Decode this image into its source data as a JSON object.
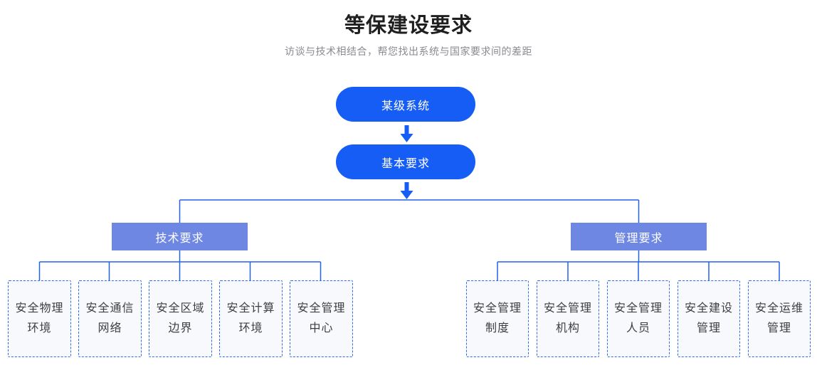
{
  "header": {
    "title": "等保建设要求",
    "subtitle": "访谈与技术相结合，帮您找出系统与国家要求间的差距"
  },
  "flow": {
    "root_label": "某级系统",
    "base_label": "基本要求"
  },
  "branches": [
    {
      "label": "技术要求",
      "children": [
        [
          "安全物理",
          "环境"
        ],
        [
          "安全通信",
          "网络"
        ],
        [
          "安全区域",
          "边界"
        ],
        [
          "安全计算",
          "环境"
        ],
        [
          "安全管理",
          "中心"
        ]
      ]
    },
    {
      "label": "管理要求",
      "children": [
        [
          "安全管理",
          "制度"
        ],
        [
          "安全管理",
          "机构"
        ],
        [
          "安全管理",
          "人员"
        ],
        [
          "安全建设",
          "管理"
        ],
        [
          "安全运维",
          "管理"
        ]
      ]
    }
  ],
  "colors": {
    "node_blue": "#165df5",
    "branch_blue": "#6e87e2",
    "line_blue": "#2262e9",
    "child_border_blue": "#2e6bf0",
    "child_bg": "#f8f9fd",
    "child_text": "#3e3e44",
    "title_text": "#1f1f1f",
    "subtitle_text": "#8a8a8f"
  }
}
